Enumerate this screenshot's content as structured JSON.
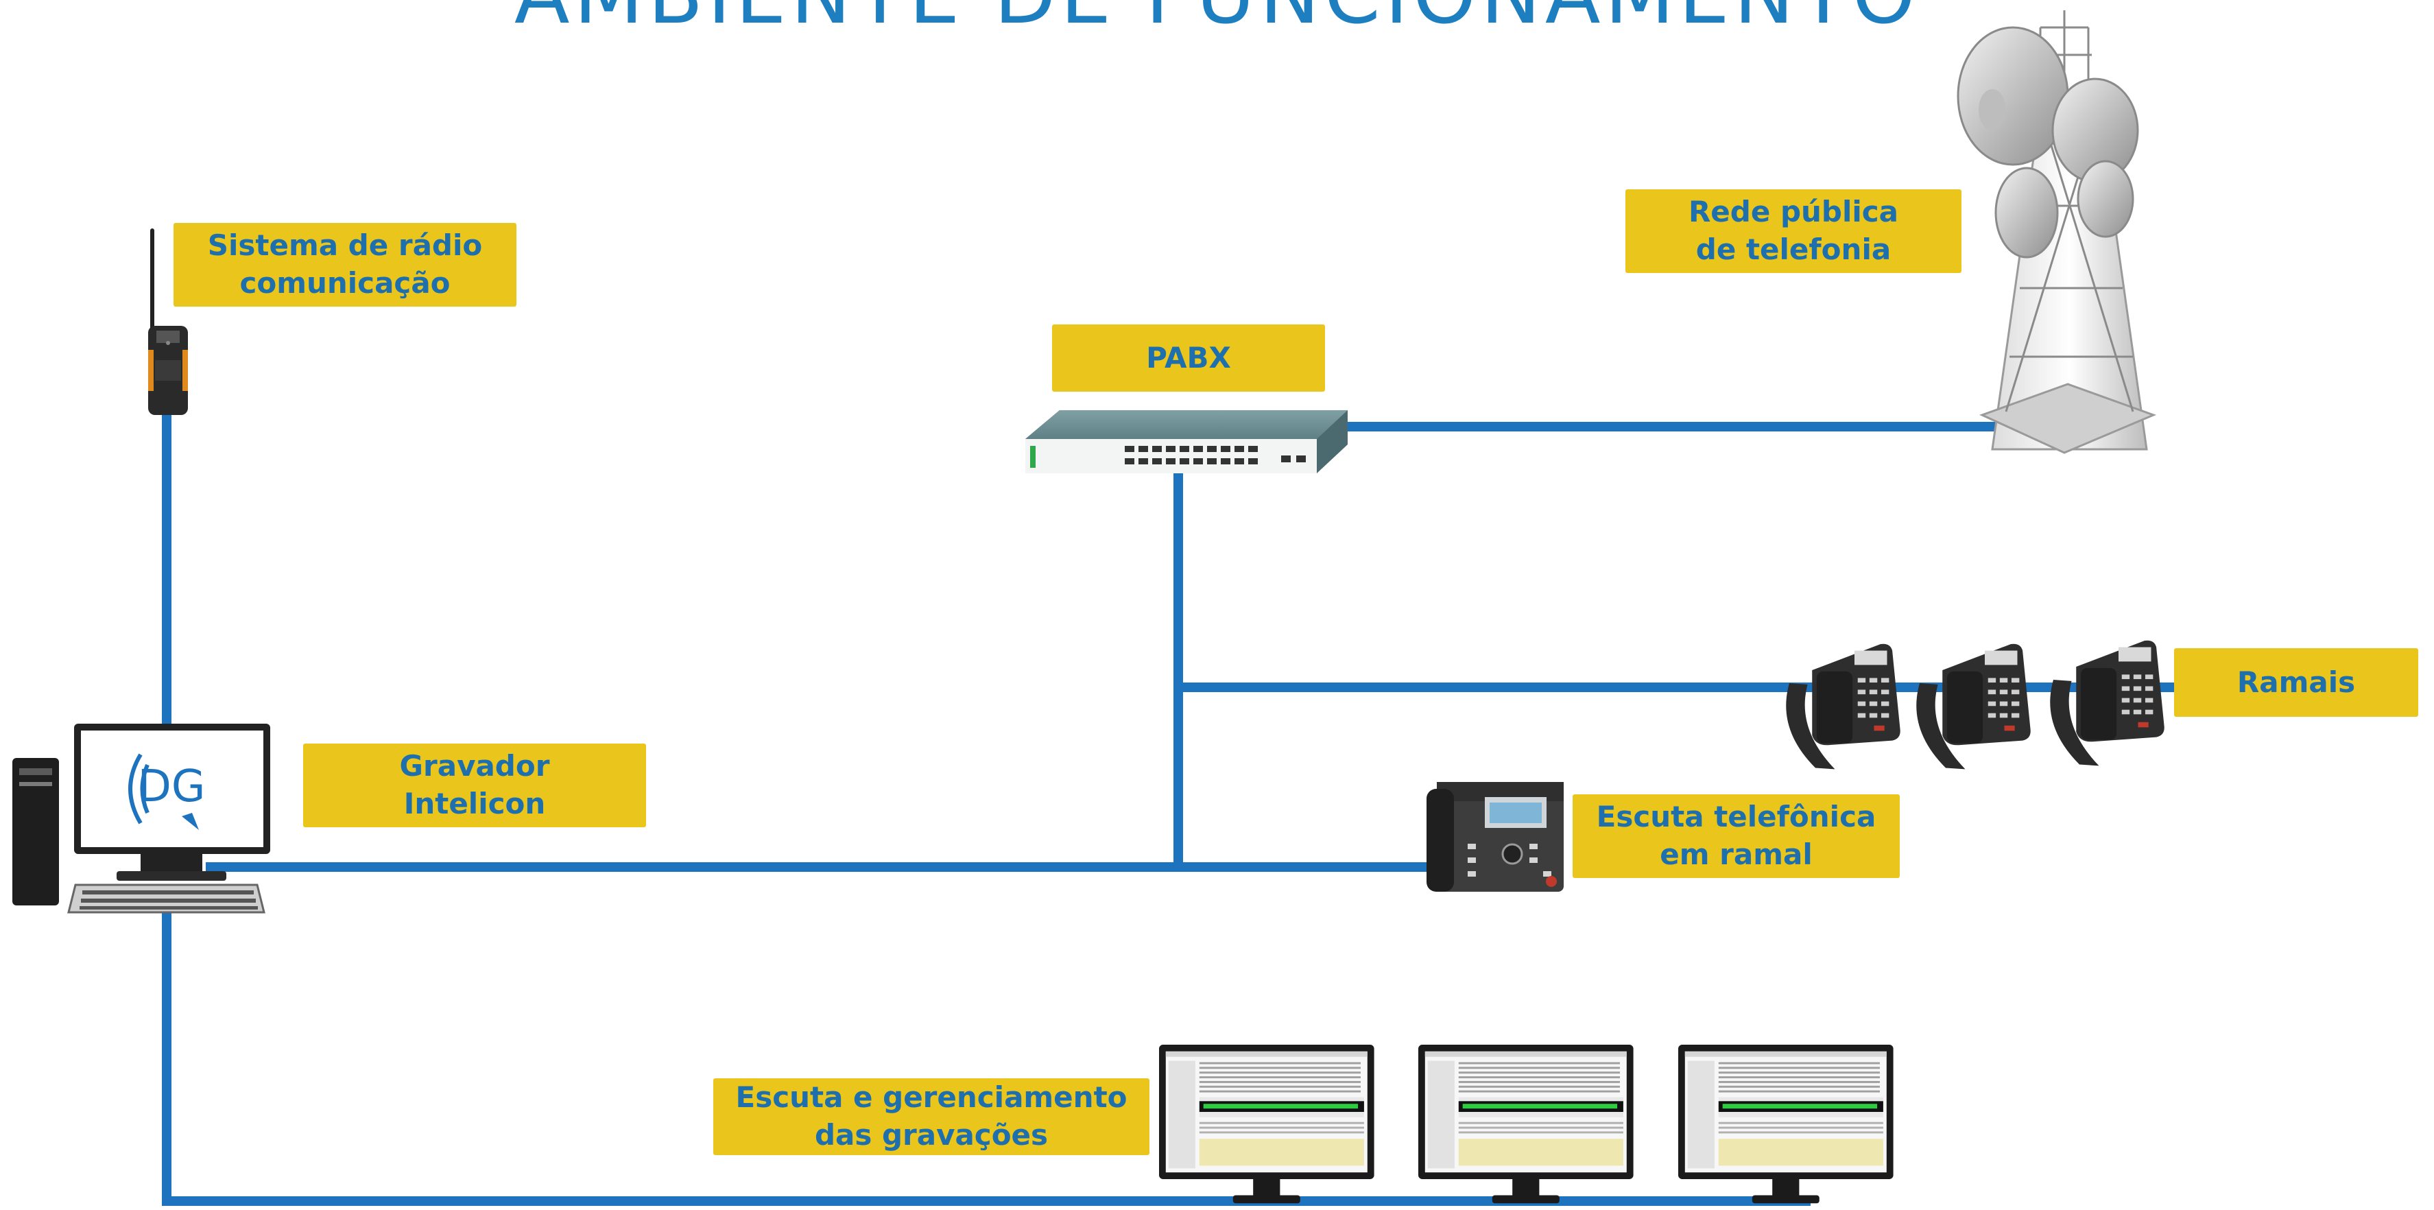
{
  "title": "AMBIENTE DE FUNCIONAMENTO",
  "labels": {
    "radio": {
      "line1": "Sistema de rádio",
      "line2": "comunicação"
    },
    "rede": {
      "line1": "Rede pública",
      "line2": "de telefonia"
    },
    "pabx": {
      "line1": "PABX"
    },
    "ramais": {
      "line1": "Ramais"
    },
    "gravador": {
      "line1": "Gravador",
      "line2": "Intelicon"
    },
    "escuta_ramal": {
      "line1": "Escuta telefônica",
      "line2": "em ramal"
    },
    "escuta_gerenciamento": {
      "line1": "Escuta e gerenciamento",
      "line2": "das gravações"
    }
  },
  "logo_text": "DG",
  "colors": {
    "line": "#1e73be",
    "label_background": "#eac51b",
    "label_text": "#1e6fae",
    "title": "#1e7fc0"
  }
}
